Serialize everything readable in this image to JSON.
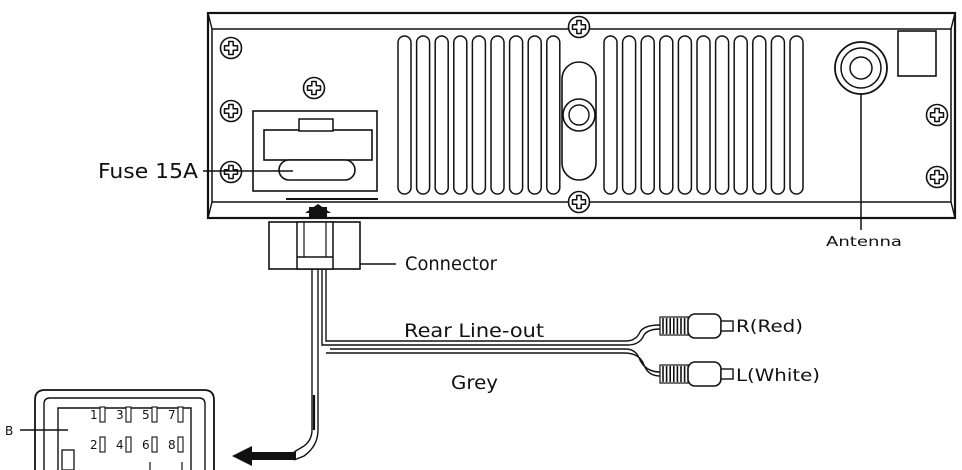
{
  "labels": {
    "fuse": "Fuse 15A",
    "connector": "Connector",
    "antenna": "Antenna",
    "rear_line_out": "Rear Line-out",
    "grey": "Grey",
    "right_channel": "R(Red)",
    "left_channel": "L(White)",
    "block": "B"
  },
  "pins": [
    "1",
    "3",
    "5",
    "7",
    "2",
    "4",
    "6",
    "8"
  ]
}
